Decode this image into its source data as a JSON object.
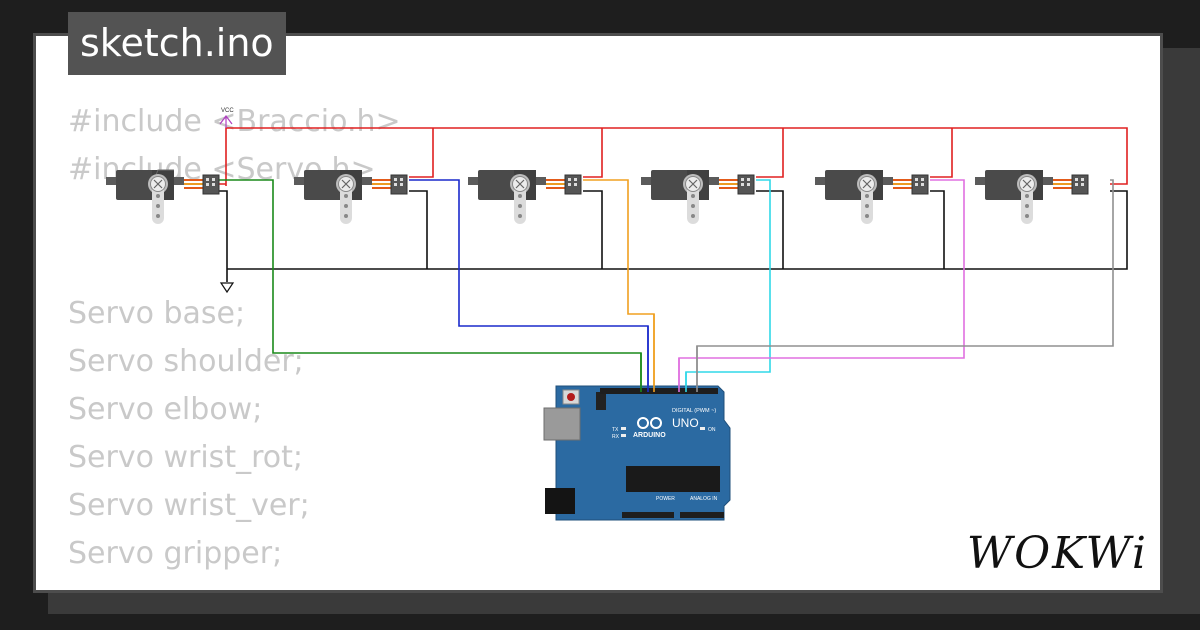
{
  "file_tab": {
    "label": "sketch.ino"
  },
  "code": {
    "lines": [
      "#include <Braccio.h>",
      "#include <Servo.h>",
      "Servo base;",
      "Servo shoulder;",
      "Servo elbow;",
      "Servo wrist_rot;",
      "Servo wrist_ver;",
      "Servo gripper;"
    ]
  },
  "circuit": {
    "vcc_label": "VCC",
    "board": {
      "model": "UNO",
      "maker": "ARDUINO",
      "digital_label": "DIGITAL (PWM ~)",
      "power_label": "POWER",
      "analog_label": "ANALOG IN",
      "tx": "TX",
      "rx": "RX",
      "on": "ON"
    },
    "wire_colors": {
      "vcc": "#e02020",
      "gnd": "#111111",
      "base": "#1a8a1a",
      "shoulder": "#1a2acc",
      "elbow": "#f0a020",
      "wrist_rot": "#30d8e8",
      "wrist_ver": "#e070e0",
      "gripper": "#909090"
    }
  },
  "brand": {
    "name": "WOKWi"
  }
}
